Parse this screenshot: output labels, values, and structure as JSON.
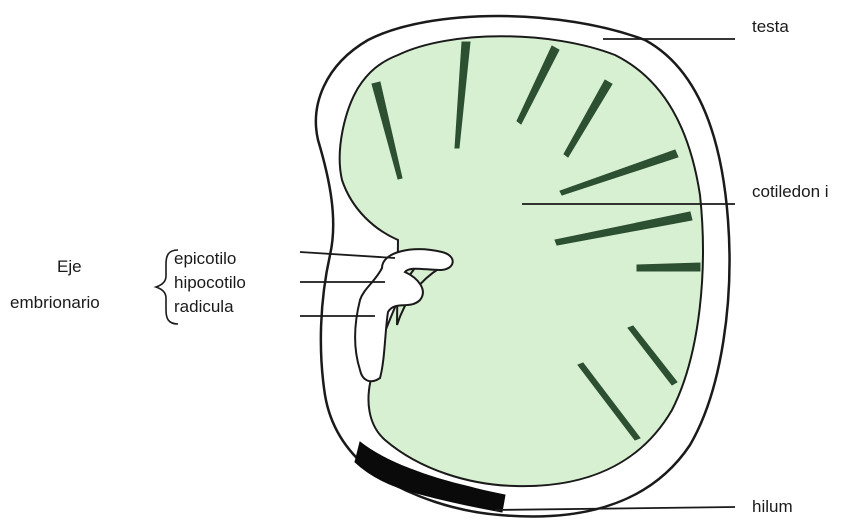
{
  "labels": {
    "testa": "testa",
    "cotiledon": "cotiledon i",
    "hilum": "hilum",
    "epicotilo": "epicotilo",
    "hipocotilo": "hipocotilo",
    "radicula": "radicula",
    "eje_line1": "Eje",
    "eje_line2": "embrionario"
  },
  "colors": {
    "cotyledon_fill": "#d7f0d1",
    "outline": "#1a1a1a",
    "vein": "#2d4f32",
    "hilum_fill": "#0a0a0a",
    "background": "#ffffff"
  }
}
